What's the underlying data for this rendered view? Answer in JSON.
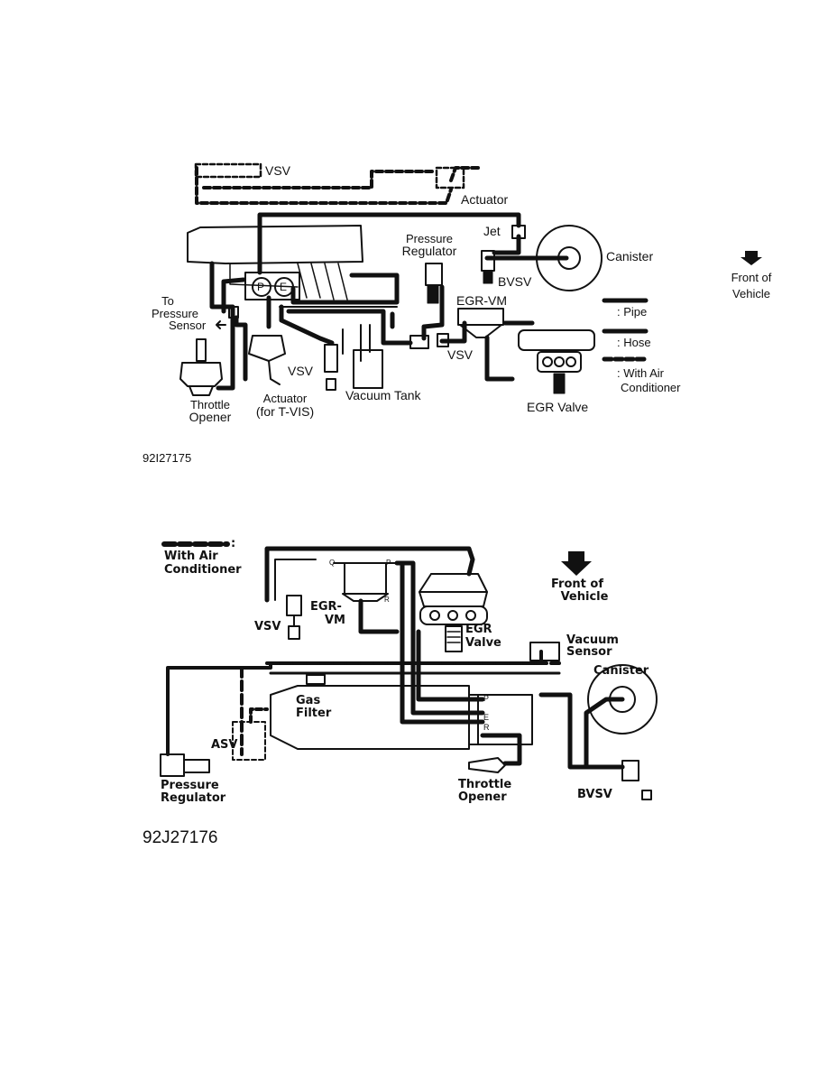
{
  "figure1": {
    "code": "92I27175",
    "labels": {
      "vsv_top": "VSV",
      "actuator_top": "Actuator",
      "jet": "Jet",
      "pressure_regulator_1": "Pressure",
      "pressure_regulator_2": "Regulator",
      "canister": "Canister",
      "bvsv": "BVSV",
      "egr_vm": "EGR-VM",
      "to_pressure_sensor_1": "To",
      "to_pressure_sensor_2": "Pressure",
      "to_pressure_sensor_3": "Sensor",
      "p_port": "P",
      "e_port": "E",
      "vsv_middle": "VSV",
      "vsv_lower": "VSV",
      "vacuum_tank": "Vacuum Tank",
      "throttle_opener_1": "Throttle",
      "throttle_opener_2": "Opener",
      "actuator_tvis_1": "Actuator",
      "actuator_tvis_2": "(for T-VIS)",
      "egr_valve": "EGR Valve",
      "front_1": "Front of",
      "front_2": "Vehicle"
    },
    "legend": {
      "pipe": ": Pipe",
      "hose": ": Hose",
      "ac_1": ": With Air",
      "ac_2": "Conditioner"
    }
  },
  "figure2": {
    "code": "92J27176",
    "legend": {
      "colon": ":",
      "ac_1": "With Air",
      "ac_2": "Conditioner"
    },
    "labels": {
      "vsv": "VSV",
      "egr_vm_1": "EGR-",
      "egr_vm_2": "VM",
      "q_port": "Q",
      "p_port": "P",
      "r_port": "R",
      "egr_valve_1": "EGR",
      "egr_valve_2": "Valve",
      "front_1": "Front of",
      "front_2": "Vehicle",
      "vacuum_sensor_1": "Vacuum",
      "vacuum_sensor_2": "Sensor",
      "canister": "Canister",
      "gas_filter_1": "Gas",
      "gas_filter_2": "Filter",
      "asv": "ASV",
      "port_p": "P",
      "port_e": "E",
      "port_r": "R",
      "pressure_regulator_1": "Pressure",
      "pressure_regulator_2": "Regulator",
      "throttle_opener_1": "Throttle",
      "throttle_opener_2": "Opener",
      "bvsv": "BVSV"
    }
  }
}
